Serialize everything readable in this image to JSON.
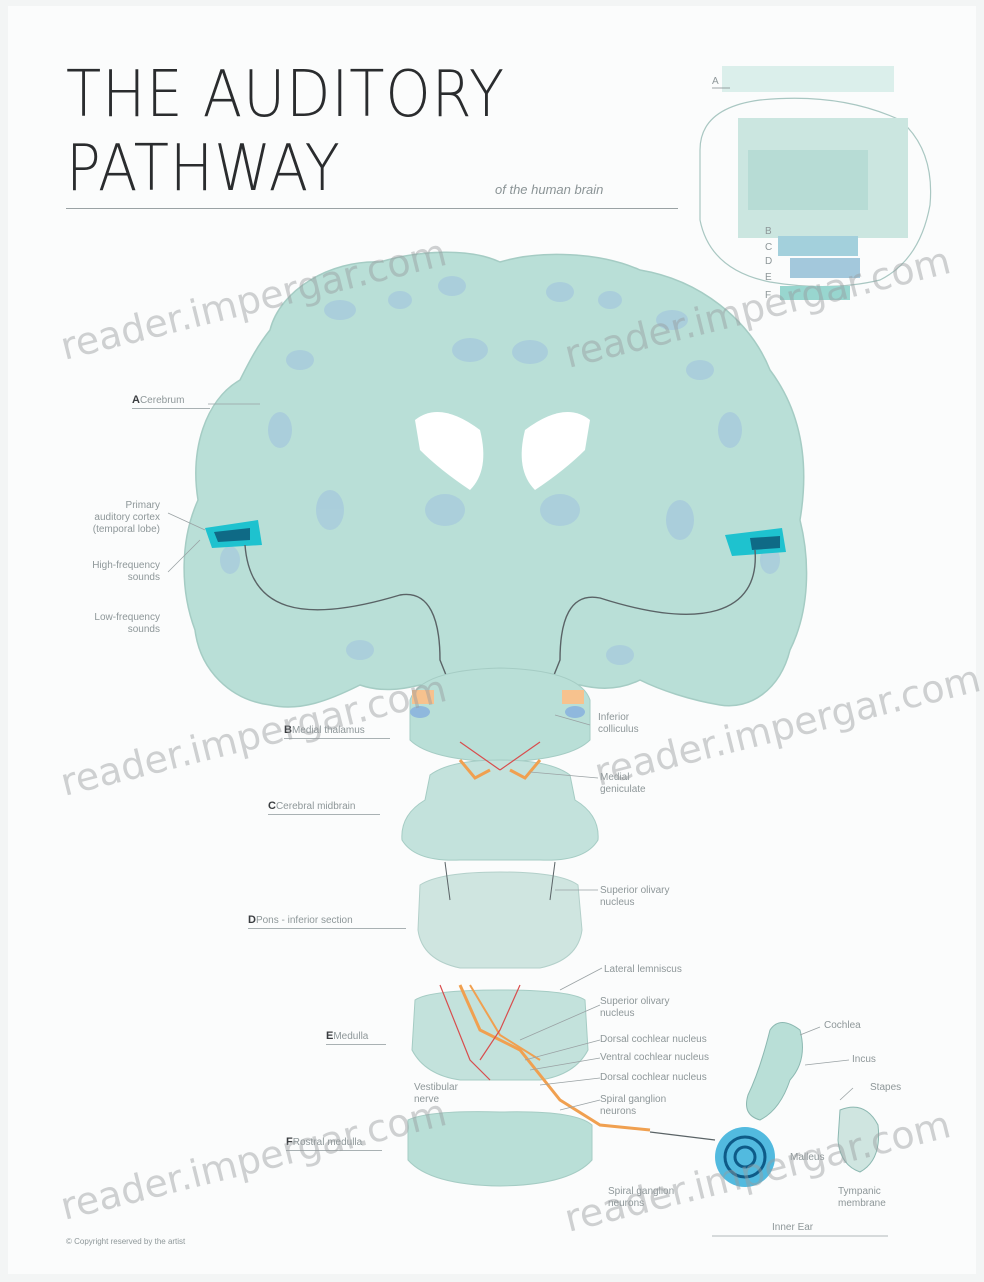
{
  "title": {
    "line1": "THE AUDITORY",
    "line2": "PATHWAY",
    "subtitle": "of the human brain"
  },
  "inset": {
    "letters": [
      "A",
      "B",
      "C",
      "D",
      "E",
      "F"
    ]
  },
  "labels": {
    "a": {
      "letter": "A",
      "text": "Cerebrum"
    },
    "primary": "Primary\nauditory cortex\n(temporal lobe)",
    "high": "High-frequency\nsounds",
    "low": "Low-frequency\nsounds",
    "b": {
      "letter": "B",
      "text": "Medial thalamus"
    },
    "c": {
      "letter": "C",
      "text": "Cerebral midbrain"
    },
    "d": {
      "letter": "D",
      "text": "Pons - inferior section"
    },
    "e": {
      "letter": "E",
      "text": "Medulla"
    },
    "f": {
      "letter": "F",
      "text": "Rostral medulla"
    },
    "inferior": "Inferior\ncolliculus",
    "medial": "Medial\ngeniculate",
    "lateral": "Lateral lemniscus",
    "superior": "Superior olivary\nnucleus",
    "dorsal": "Dorsal cochlear nucleus",
    "ventral": "Ventral cochlear nucleus",
    "spiral": "Spiral ganglion\nneurons",
    "cochlea": "Cochlea",
    "incus": "Incus",
    "stapes": "Stapes",
    "malleus": "Malleus",
    "tympanic": "Tympanic\nmembrane",
    "vestibular": "Vestibular\nnerve",
    "inner_ear": "Inner Ear",
    "footer": "© Copyright reserved by the artist"
  },
  "watermark": "reader.impergar.com",
  "colors": {
    "tissue": "#b7dfd6",
    "tissue_light": "#cfe7e2",
    "ventricle_blue": "#9fc0db",
    "cortex_teal": "#1ec2cf",
    "fiber_orange": "#f0a050",
    "fiber_red": "#d84d4d",
    "line": "#5a6366"
  }
}
